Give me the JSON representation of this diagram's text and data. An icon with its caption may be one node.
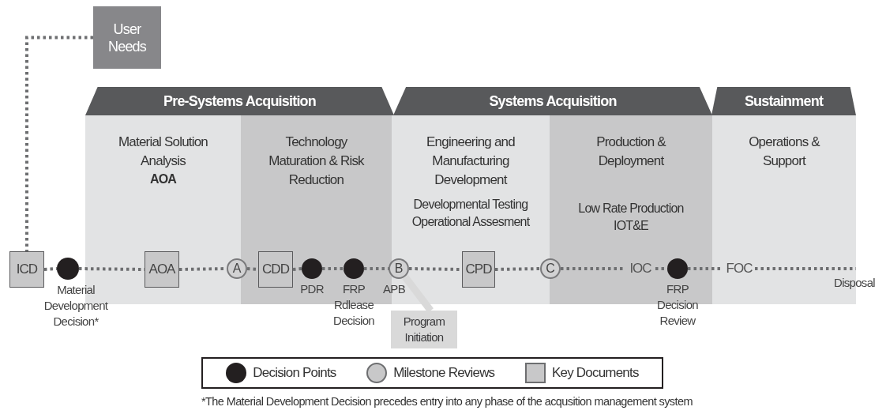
{
  "diagram": {
    "caption": "*The Material Development Decision precedes entry into any phase of the acqusition management system",
    "nodes": [
      {
        "text": [
          "User Needs"
        ]
      },
      {
        "text": [
          "Pre-Systems Acquisition"
        ]
      },
      {
        "text": [
          "Systems Acquisition"
        ]
      },
      {
        "text": [
          "Sustainment"
        ]
      },
      {
        "text": [
          "Material Solution Analysis",
          "AOA"
        ]
      },
      {
        "text": [
          "Technology Maturation & Risk Reduction"
        ]
      },
      {
        "text": [
          "Engineering and Manufacturing Development",
          "Developmental Testing Operational Assesment"
        ]
      },
      {
        "text": [
          "Production & Deployment",
          "Low Rate Production IOT&E"
        ]
      },
      {
        "text": [
          "Operations & Support"
        ]
      },
      {
        "text": [
          "ICD"
        ]
      },
      {
        "text": [],
        "shape": "circle",
        "beside": [
          "Material Development Decision*"
        ]
      },
      {
        "text": [
          "AOA"
        ],
        "in": 4
      },
      {
        "text": [
          "A"
        ]
      },
      {
        "text": [
          "CDD"
        ],
        "in": 5
      },
      {
        "text": [],
        "shape": "circle",
        "beside": [
          "PDR"
        ],
        "in": 5
      },
      {
        "text": [],
        "shape": "circle",
        "beside": [
          "FRP Rdlease Decision"
        ],
        "in": 5
      },
      {
        "text": [
          "B"
        ],
        "beside": [
          "APB"
        ]
      },
      {
        "text": [
          "CPD"
        ],
        "in": 6
      },
      {
        "text": [
          "C"
        ]
      },
      {
        "text": [
          "IOC"
        ],
        "in": 7
      },
      {
        "text": [],
        "shape": "circle",
        "beside": [
          "FRP Decision Review"
        ],
        "in": 7
      },
      {
        "text": [
          "FOC"
        ],
        "in": 8
      },
      {
        "text": [
          "Program Initiation"
        ]
      }
    ],
    "edges": [
      {
        "from": 0,
        "to": 9,
        "arrow": "none",
        "style": "dashed"
      },
      {
        "from": 9,
        "to": 10,
        "arrow": "none",
        "style": "dashed"
      },
      {
        "from": 10,
        "to": 11,
        "arrow": "none",
        "style": "dashed"
      },
      {
        "from": 11,
        "to": 12,
        "arrow": "none",
        "style": "dashed"
      },
      {
        "from": 12,
        "to": 13,
        "arrow": "none",
        "style": "dashed"
      },
      {
        "from": 13,
        "to": 14,
        "arrow": "none",
        "style": "dashed"
      },
      {
        "from": 14,
        "to": 15,
        "arrow": "none",
        "style": "dashed"
      },
      {
        "from": 15,
        "to": 16,
        "arrow": "none",
        "style": "dashed"
      },
      {
        "from": 16,
        "to": 17,
        "arrow": "none",
        "style": "dashed"
      },
      {
        "from": 17,
        "to": 18,
        "arrow": "none",
        "style": "dashed"
      },
      {
        "from": 18,
        "to": 19,
        "arrow": "none",
        "style": "dashed"
      },
      {
        "from": 19,
        "to": 20,
        "arrow": "none",
        "style": "dashed"
      },
      {
        "from": 20,
        "to": 21,
        "arrow": "none",
        "style": "dashed"
      },
      {
        "from": 21,
        "to": null,
        "arrow": "none",
        "style": "dashed"
      },
      {
        "from": 22,
        "to": 16,
        "arrow": "none",
        "style": "thick",
        "color": "#d9d9d9"
      }
    ],
    "labels": [
      "Disposal"
    ],
    "legend": [
      {
        "text": "Decision Points",
        "color": "#231f20"
      },
      {
        "text": "Milestone Reviews",
        "color": "#c8c8c9"
      },
      {
        "text": "Key Documents",
        "color": "#c8c8c9"
      }
    ]
  }
}
